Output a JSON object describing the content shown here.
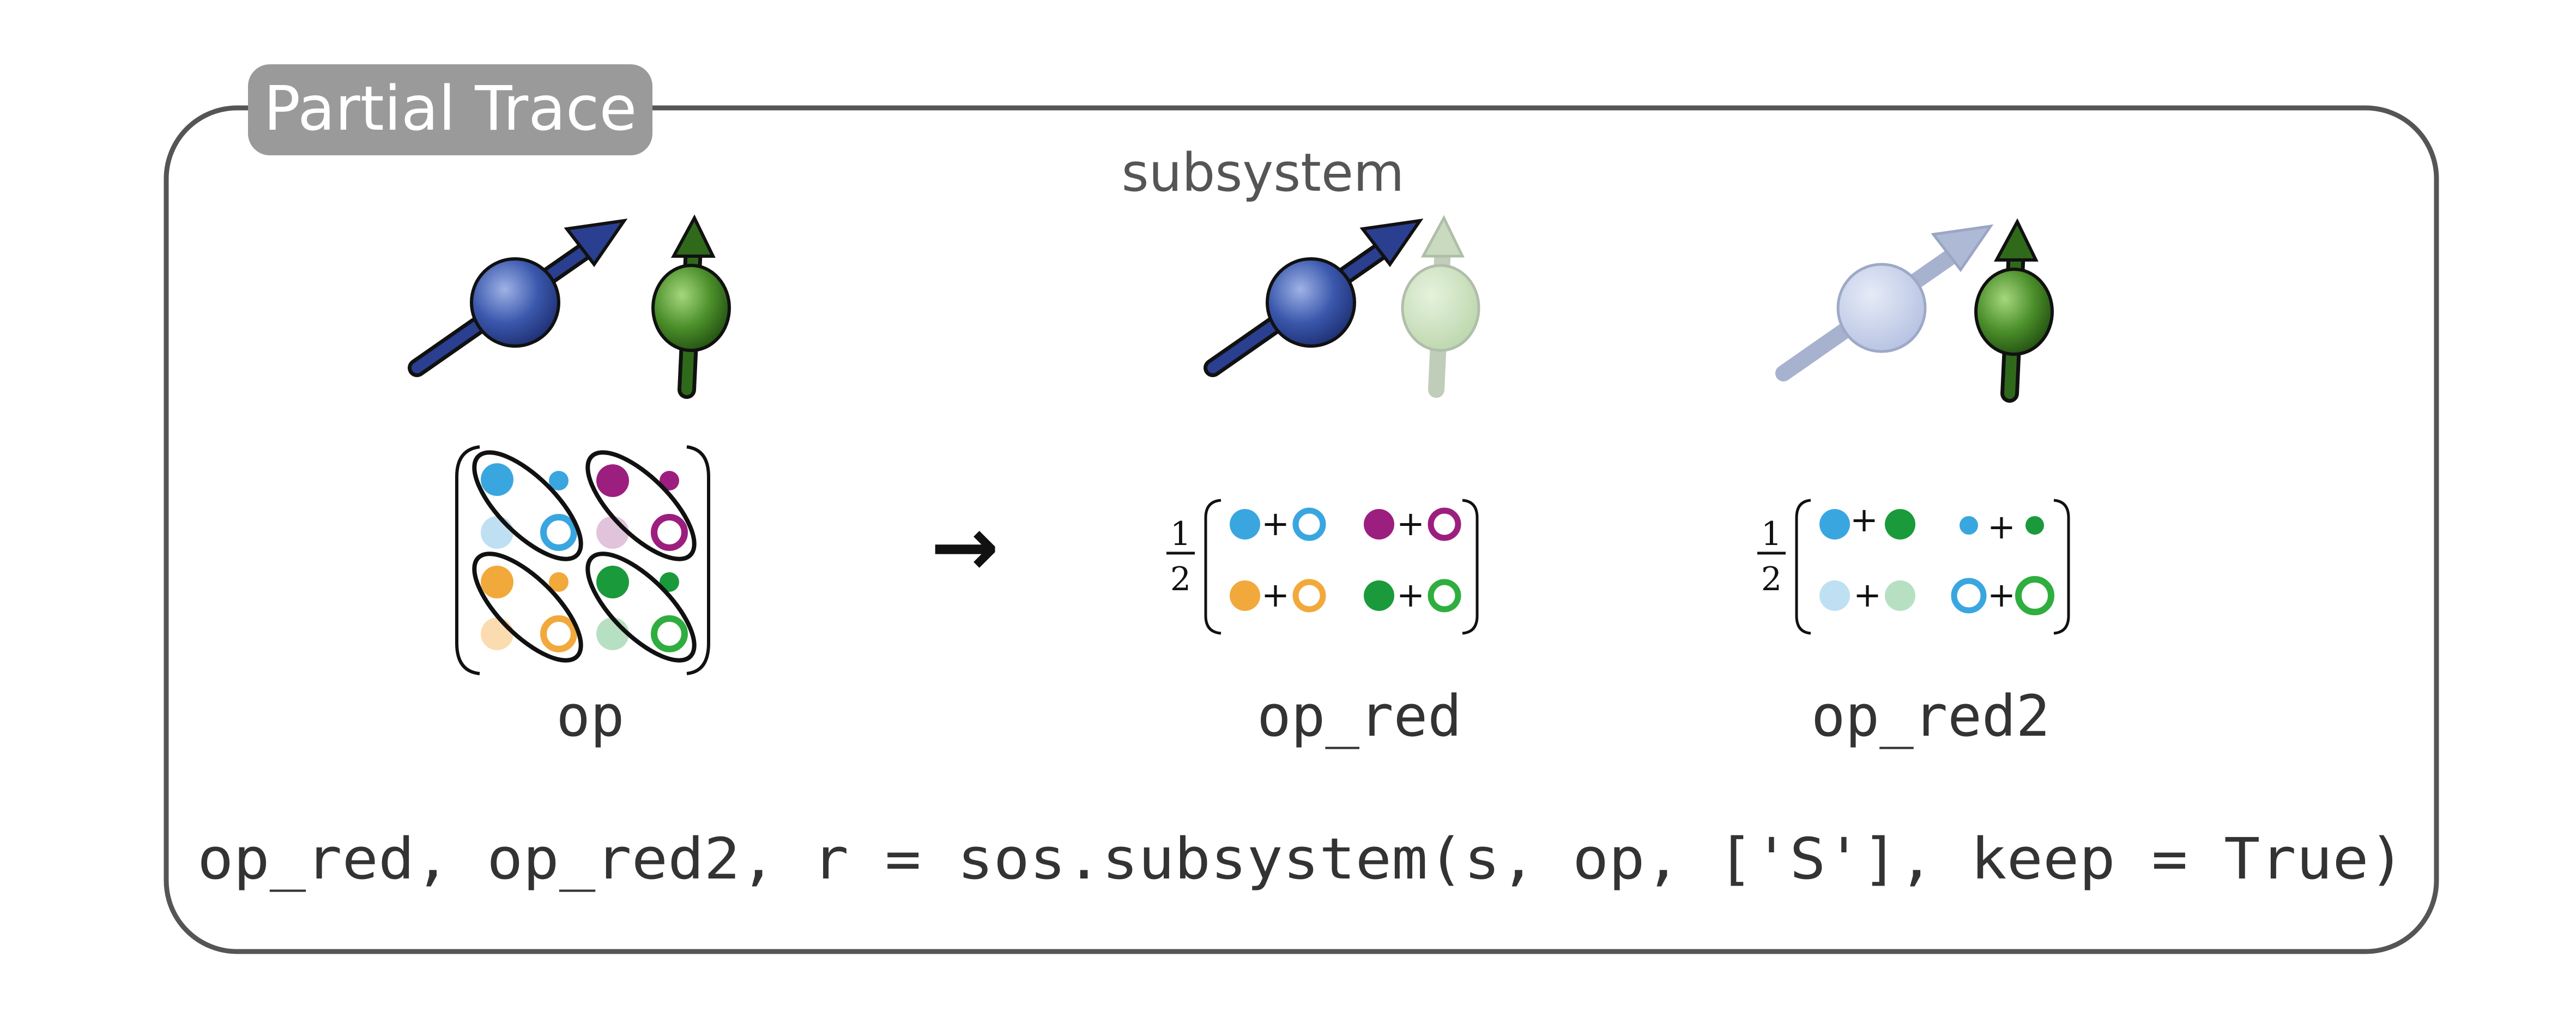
{
  "title": "Partial Trace",
  "subtitle": "subsystem",
  "arrow": "→",
  "operators": {
    "op": "op",
    "op_red": "op_red",
    "op_red2": "op_red2"
  },
  "fraction": {
    "numerator": "1",
    "denominator": "2"
  },
  "plus": "+",
  "code_line": "op_red, op_red2, r = sos.subsystem(s, op, ['S'], keep = True)",
  "colors": {
    "frame": "#555555",
    "tab": "#9a9a9a",
    "tab_text": "#ffffff",
    "blue_spin": "#2e4a9a",
    "green_spin": "#3f7a22",
    "light_blue": "#3aa6e0",
    "pale_blue": "#bfe0f3",
    "purple": "#9c1f7f",
    "pale_purple": "#e2c3dc",
    "orange": "#f2a93b",
    "pale_orange": "#fbdcb0",
    "green": "#1a9a3a",
    "pale_green": "#b7e0c2",
    "ring_green": "#2fae3f",
    "text": "#333333"
  },
  "icons": [
    "spin-up-right-icon",
    "spin-up-icon"
  ]
}
